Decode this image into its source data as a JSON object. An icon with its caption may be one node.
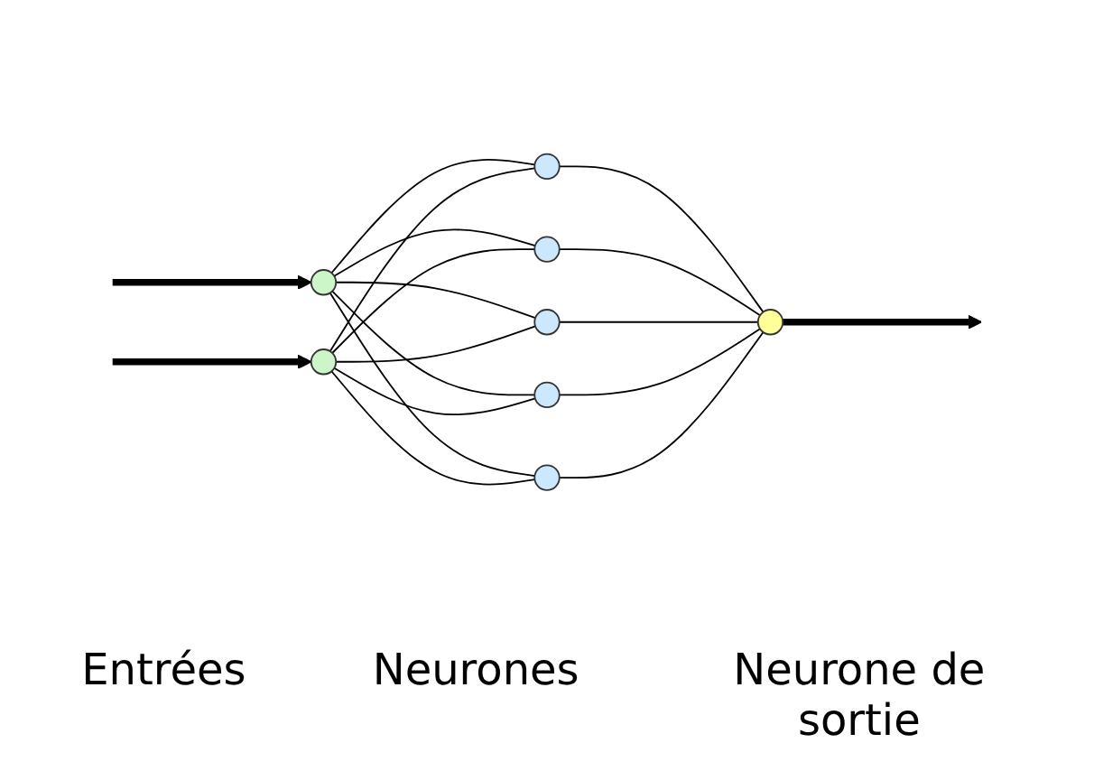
{
  "diagram": {
    "nodes": [
      {
        "text": [],
        "shape": "circle"
      },
      {
        "text": [],
        "shape": "circle"
      },
      {
        "text": [],
        "shape": "circle"
      },
      {
        "text": [],
        "shape": "circle"
      },
      {
        "text": [],
        "shape": "circle"
      },
      {
        "text": [],
        "shape": "circle"
      },
      {
        "text": [],
        "shape": "circle"
      },
      {
        "text": [],
        "shape": "circle"
      }
    ],
    "edges": [
      {
        "from": null,
        "to": 0,
        "arrow": "to",
        "style": "thick"
      },
      {
        "from": null,
        "to": 1,
        "arrow": "to",
        "style": "thick"
      },
      {
        "from": 0,
        "to": 2,
        "arrow": "none"
      },
      {
        "from": 0,
        "to": 3,
        "arrow": "none"
      },
      {
        "from": 0,
        "to": 4,
        "arrow": "none"
      },
      {
        "from": 0,
        "to": 5,
        "arrow": "none"
      },
      {
        "from": 0,
        "to": 6,
        "arrow": "none"
      },
      {
        "from": 1,
        "to": 2,
        "arrow": "none"
      },
      {
        "from": 1,
        "to": 3,
        "arrow": "none"
      },
      {
        "from": 1,
        "to": 4,
        "arrow": "none"
      },
      {
        "from": 1,
        "to": 5,
        "arrow": "none"
      },
      {
        "from": 1,
        "to": 6,
        "arrow": "none"
      },
      {
        "from": 2,
        "to": 7,
        "arrow": "none"
      },
      {
        "from": 3,
        "to": 7,
        "arrow": "none"
      },
      {
        "from": 4,
        "to": 7,
        "arrow": "none"
      },
      {
        "from": 5,
        "to": 7,
        "arrow": "none"
      },
      {
        "from": 6,
        "to": 7,
        "arrow": "none"
      },
      {
        "from": 7,
        "to": null,
        "arrow": "to",
        "style": "thick"
      }
    ],
    "labels": [
      "Entrées",
      "Neurones",
      "Neurone de sortie"
    ]
  }
}
